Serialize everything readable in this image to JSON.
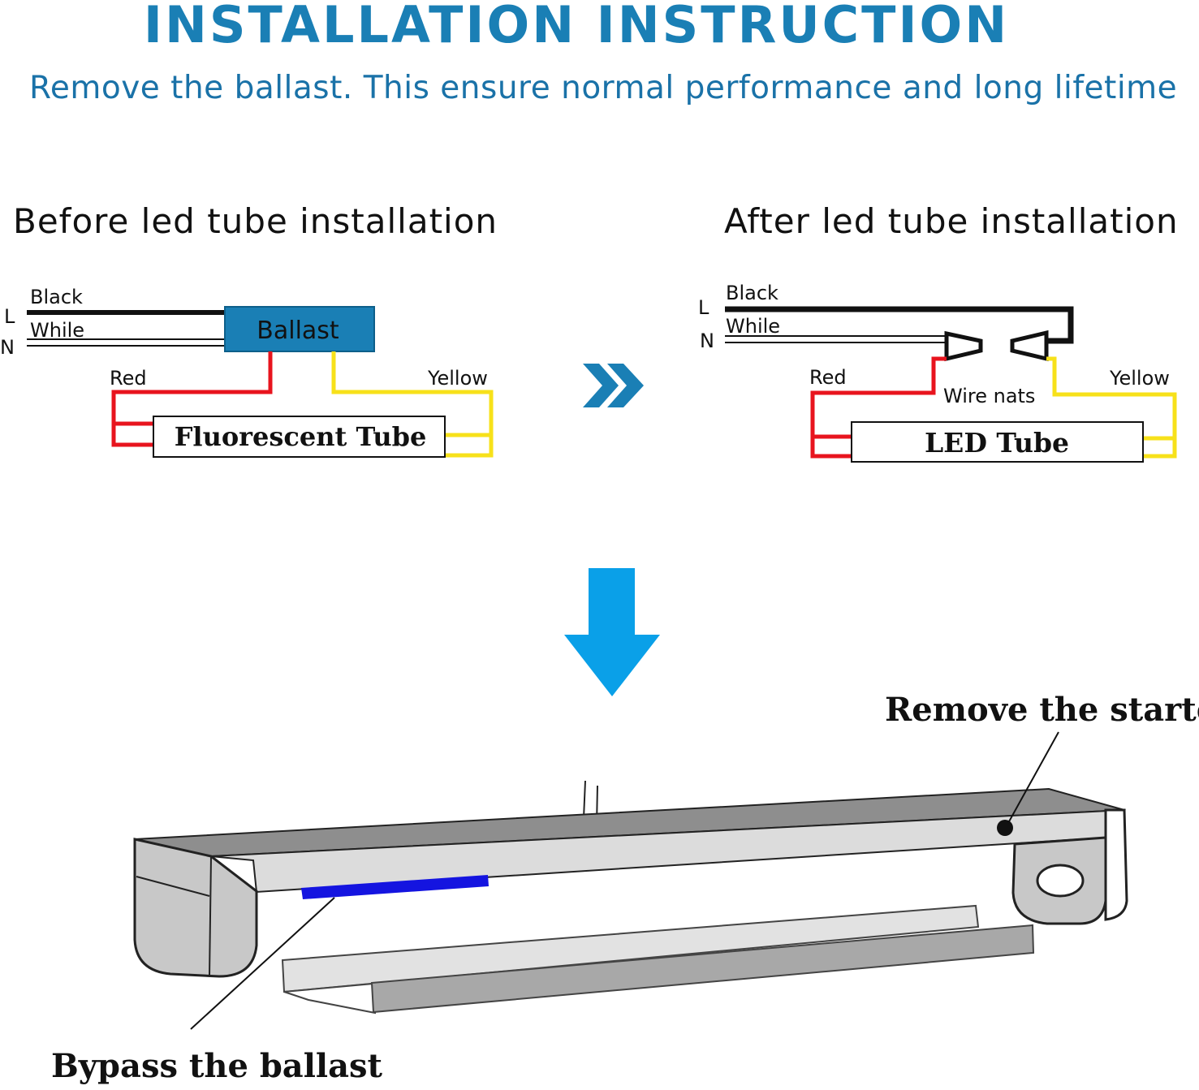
{
  "header": {
    "title": "INSTALLATION INSTRUCTION",
    "subtitle": "Remove the ballast. This ensure normal performance and long lifetime"
  },
  "before": {
    "heading": "Before led tube installation",
    "line_label": "L",
    "neutral_label": "N",
    "black_wire": "Black",
    "white_wire": "While",
    "ballast": "Ballast",
    "red_wire": "Red",
    "yellow_wire": "Yellow",
    "tube": "Fluorescent Tube"
  },
  "after": {
    "heading": "After led tube installation",
    "line_label": "L",
    "neutral_label": "N",
    "black_wire": "Black",
    "white_wire": "While",
    "red_wire": "Red",
    "wire_nuts": "Wire nats",
    "yellow_wire": "Yellow",
    "tube": "LED Tube"
  },
  "fixture": {
    "starter_callout": "Remove the starter",
    "ballast_callout": "Bypass the ballast"
  },
  "colors": {
    "title_blue": "#1a7fb5",
    "ballast_box": "#1a7fb5",
    "red_wire": "#e8141e",
    "yellow_wire": "#f7e11a",
    "arrow_blue": "#0aa0e8",
    "ballast_mark": "#1414e0"
  },
  "icons": {
    "transition": "double-chevron-right-icon",
    "down": "arrow-down-icon"
  }
}
